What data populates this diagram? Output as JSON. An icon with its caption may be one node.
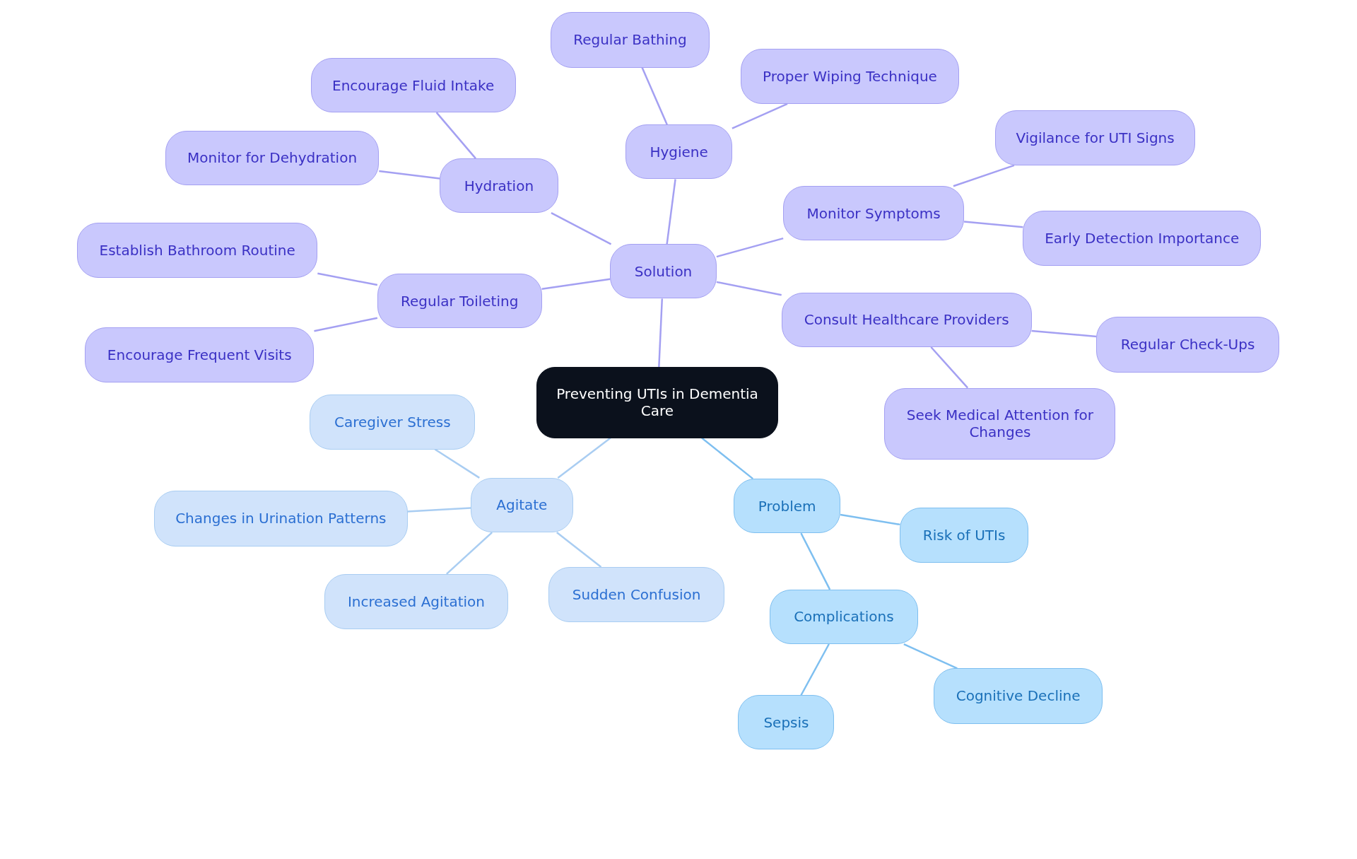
{
  "diagram": {
    "nodes": [
      {
        "text": [
          "Preventing UTIs in Dementia Care"
        ]
      },
      {
        "text": [
          "Solution"
        ]
      },
      {
        "text": [
          "Hydration"
        ]
      },
      {
        "text": [
          "Encourage Fluid Intake"
        ]
      },
      {
        "text": [
          "Monitor for Dehydration"
        ]
      },
      {
        "text": [
          "Hygiene"
        ]
      },
      {
        "text": [
          "Regular Bathing"
        ]
      },
      {
        "text": [
          "Proper Wiping Technique"
        ]
      },
      {
        "text": [
          "Monitor Symptoms"
        ]
      },
      {
        "text": [
          "Vigilance for UTI Signs"
        ]
      },
      {
        "text": [
          "Early Detection Importance"
        ]
      },
      {
        "text": [
          "Regular Toileting"
        ]
      },
      {
        "text": [
          "Establish Bathroom Routine"
        ]
      },
      {
        "text": [
          "Encourage Frequent Visits"
        ]
      },
      {
        "text": [
          "Consult Healthcare Providers"
        ]
      },
      {
        "text": [
          "Regular Check-Ups"
        ]
      },
      {
        "text": [
          "Seek Medical Attention for Changes"
        ]
      },
      {
        "text": [
          "Agitate"
        ]
      },
      {
        "text": [
          "Caregiver Stress"
        ]
      },
      {
        "text": [
          "Changes in Urination Patterns"
        ]
      },
      {
        "text": [
          "Increased Agitation"
        ]
      },
      {
        "text": [
          "Sudden Confusion"
        ]
      },
      {
        "text": [
          "Problem"
        ]
      },
      {
        "text": [
          "Risk of UTIs"
        ]
      },
      {
        "text": [
          "Complications"
        ]
      },
      {
        "text": [
          "Sepsis"
        ]
      },
      {
        "text": [
          "Cognitive Decline"
        ]
      }
    ],
    "edges": [
      {
        "from": 0,
        "to": 1,
        "arrow": "none"
      },
      {
        "from": 1,
        "to": 2,
        "arrow": "none"
      },
      {
        "from": 2,
        "to": 3,
        "arrow": "none"
      },
      {
        "from": 2,
        "to": 4,
        "arrow": "none"
      },
      {
        "from": 1,
        "to": 5,
        "arrow": "none"
      },
      {
        "from": 5,
        "to": 6,
        "arrow": "none"
      },
      {
        "from": 5,
        "to": 7,
        "arrow": "none"
      },
      {
        "from": 1,
        "to": 8,
        "arrow": "none"
      },
      {
        "from": 8,
        "to": 9,
        "arrow": "none"
      },
      {
        "from": 8,
        "to": 10,
        "arrow": "none"
      },
      {
        "from": 1,
        "to": 11,
        "arrow": "none"
      },
      {
        "from": 11,
        "to": 12,
        "arrow": "none"
      },
      {
        "from": 11,
        "to": 13,
        "arrow": "none"
      },
      {
        "from": 1,
        "to": 14,
        "arrow": "none"
      },
      {
        "from": 14,
        "to": 15,
        "arrow": "none"
      },
      {
        "from": 14,
        "to": 16,
        "arrow": "none"
      },
      {
        "from": 0,
        "to": 17,
        "arrow": "none",
        "color": "#a9cdf2"
      },
      {
        "from": 17,
        "to": 18,
        "arrow": "none",
        "color": "#a9cdf2"
      },
      {
        "from": 17,
        "to": 19,
        "arrow": "none",
        "color": "#a9cdf2"
      },
      {
        "from": 17,
        "to": 20,
        "arrow": "none",
        "color": "#a9cdf2"
      },
      {
        "from": 17,
        "to": 21,
        "arrow": "none",
        "color": "#a9cdf2"
      },
      {
        "from": 0,
        "to": 22,
        "arrow": "none",
        "color": "#7ebff0"
      },
      {
        "from": 22,
        "to": 23,
        "arrow": "none",
        "color": "#7ebff0"
      },
      {
        "from": 22,
        "to": 24,
        "arrow": "none",
        "color": "#7ebff0"
      },
      {
        "from": 24,
        "to": 25,
        "arrow": "none",
        "color": "#7ebff0"
      },
      {
        "from": 24,
        "to": 26,
        "arrow": "none",
        "color": "#7ebff0"
      }
    ]
  }
}
